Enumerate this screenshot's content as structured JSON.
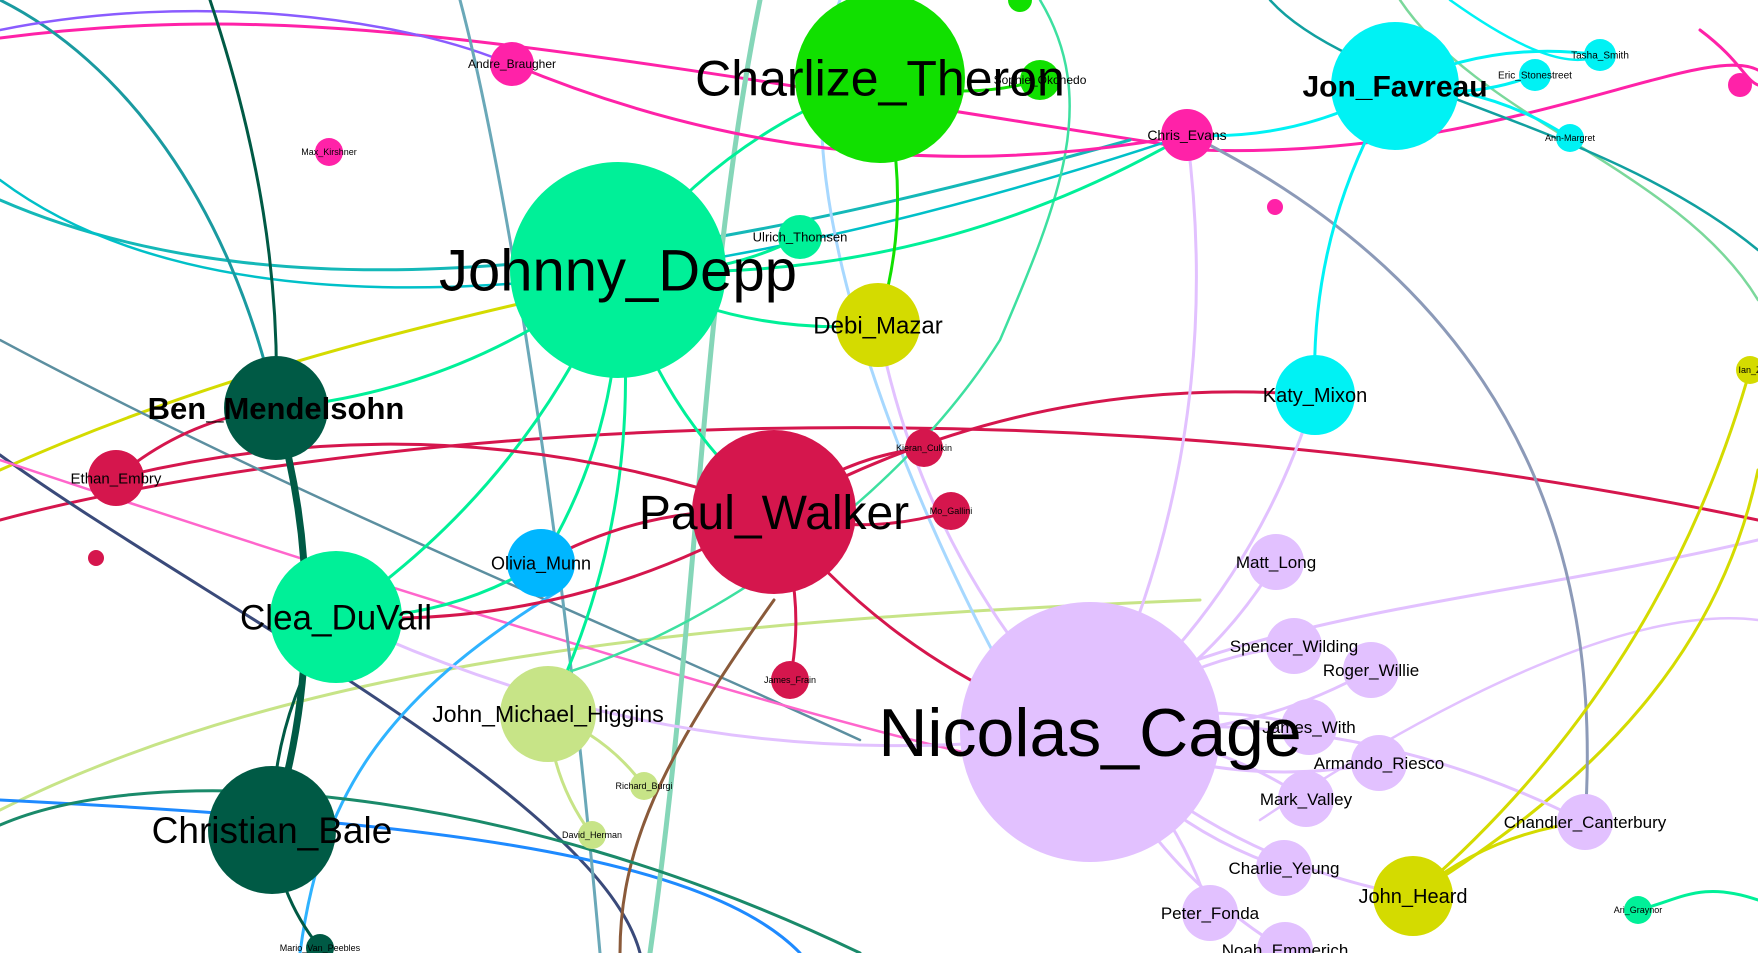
{
  "graph": {
    "nodes": [
      {
        "id": "charlize_theron",
        "label": "Charlize_Theron",
        "color": "#11e000",
        "size": "xl"
      },
      {
        "id": "johnny_depp",
        "label": "Johnny_Depp",
        "color": "#00f098",
        "size": "xl"
      },
      {
        "id": "nicolas_cage",
        "label": "Nicolas_Cage",
        "color": "#e2c1ff",
        "size": "xxl"
      },
      {
        "id": "paul_walker",
        "label": "Paul_Walker",
        "color": "#d5164d",
        "size": "xl"
      },
      {
        "id": "jon_favreau",
        "label": "Jon_Favreau",
        "color": "#00f2f4",
        "size": "l"
      },
      {
        "id": "ben_mendelsohn",
        "label": "Ben_Mendelsohn",
        "color": "#005a45",
        "size": "l"
      },
      {
        "id": "christian_bale",
        "label": "Christian_Bale",
        "color": "#005a45",
        "size": "l"
      },
      {
        "id": "clea_duvall",
        "label": "Clea_DuVall",
        "color": "#00f098",
        "size": "l"
      },
      {
        "id": "katy_mixon",
        "label": "Katy_Mixon",
        "color": "#00f2f4",
        "size": "m"
      },
      {
        "id": "debi_mazar",
        "label": "Debi_Mazar",
        "color": "#d4db00",
        "size": "m"
      },
      {
        "id": "john_michael_higgins",
        "label": "John_Michael_Higgins",
        "color": "#c7e487",
        "size": "m"
      },
      {
        "id": "john_heard",
        "label": "John_Heard",
        "color": "#d4db00",
        "size": "m"
      },
      {
        "id": "olivia_munn",
        "label": "Olivia_Munn",
        "color": "#00b6ff",
        "size": "m"
      },
      {
        "id": "ethan_embry",
        "label": "Ethan_Embry",
        "color": "#d5164d",
        "size": "s"
      },
      {
        "id": "chris_evans",
        "label": "Chris_Evans",
        "color": "#ff22a8",
        "size": "s"
      },
      {
        "id": "andre_braugher",
        "label": "Andre_Braugher",
        "color": "#ff22a8",
        "size": "s"
      },
      {
        "id": "max_kirshner",
        "label": "Max_Kirshner",
        "color": "#ff22a8",
        "size": "xs"
      },
      {
        "id": "ulrich_thomsen",
        "label": "Ulrich_Thomsen",
        "color": "#00f098",
        "size": "s"
      },
      {
        "id": "sophie_okonedo",
        "label": "Sophie_Okonedo",
        "color": "#11e000",
        "size": "s"
      },
      {
        "id": "tasha_smith",
        "label": "Tasha_Smith",
        "color": "#00f2f4",
        "size": "xs"
      },
      {
        "id": "eric_stonestreet",
        "label": "Eric_Stonestreet",
        "color": "#00f2f4",
        "size": "xs"
      },
      {
        "id": "ann_margret",
        "label": "Ann-Margret",
        "color": "#00f2f4",
        "size": "xs"
      },
      {
        "id": "kieran_culkin",
        "label": "Kieran_Culkin",
        "color": "#d5164d",
        "size": "xs"
      },
      {
        "id": "mo_gallini",
        "label": "Mo_Gallini",
        "color": "#d5164d",
        "size": "xs"
      },
      {
        "id": "james_frain",
        "label": "James_Frain",
        "color": "#d5164d",
        "size": "xs"
      },
      {
        "id": "richard_burgi",
        "label": "Richard_Burgi",
        "color": "#c7e487",
        "size": "xs"
      },
      {
        "id": "david_herman",
        "label": "David_Herman",
        "color": "#c7e487",
        "size": "xs"
      },
      {
        "id": "matt_long",
        "label": "Matt_Long",
        "color": "#e2c1ff",
        "size": "s"
      },
      {
        "id": "spencer_wilding",
        "label": "Spencer_Wilding",
        "color": "#e2c1ff",
        "size": "s"
      },
      {
        "id": "roger_willie",
        "label": "Roger_Willie",
        "color": "#e2c1ff",
        "size": "s"
      },
      {
        "id": "james_with",
        "label": "James_With",
        "color": "#e2c1ff",
        "size": "s"
      },
      {
        "id": "armando_riesco",
        "label": "Armando_Riesco",
        "color": "#e2c1ff",
        "size": "s"
      },
      {
        "id": "mark_valley",
        "label": "Mark_Valley",
        "color": "#e2c1ff",
        "size": "s"
      },
      {
        "id": "charlie_yeung",
        "label": "Charlie_Yeung",
        "color": "#e2c1ff",
        "size": "s"
      },
      {
        "id": "peter_fonda",
        "label": "Peter_Fonda",
        "color": "#e2c1ff",
        "size": "s"
      },
      {
        "id": "noah_emmerich",
        "label": "Noah_Emmerich",
        "color": "#e2c1ff",
        "size": "s"
      },
      {
        "id": "chandler_canterbury",
        "label": "Chandler_Canterbury",
        "color": "#e2c1ff",
        "size": "s"
      },
      {
        "id": "ari_graynor",
        "label": "Ari_Graynor",
        "color": "#00f098",
        "size": "xs"
      },
      {
        "id": "ian_z",
        "label": "Ian_Z",
        "color": "#d4db00",
        "size": "xs"
      },
      {
        "id": "mario_van_peebles",
        "label": "Mario_Van_Peebles",
        "color": "#005a45",
        "size": "xs"
      }
    ],
    "edges": [
      [
        "johnny_depp",
        "clea_duvall"
      ],
      [
        "johnny_depp",
        "paul_walker"
      ],
      [
        "johnny_depp",
        "olivia_munn"
      ],
      [
        "johnny_depp",
        "debi_mazar"
      ],
      [
        "johnny_depp",
        "charlize_theron"
      ],
      [
        "johnny_depp",
        "ulrich_thomsen"
      ],
      [
        "johnny_depp",
        "john_michael_higgins"
      ],
      [
        "johnny_depp",
        "chris_evans"
      ],
      [
        "johnny_depp",
        "ben_mendelsohn"
      ],
      [
        "paul_walker",
        "olivia_munn"
      ],
      [
        "paul_walker",
        "kieran_culkin"
      ],
      [
        "paul_walker",
        "mo_gallini"
      ],
      [
        "paul_walker",
        "james_frain"
      ],
      [
        "paul_walker",
        "nicolas_cage"
      ],
      [
        "paul_walker",
        "katy_mixon"
      ],
      [
        "paul_walker",
        "ethan_embry"
      ],
      [
        "paul_walker",
        "clea_duvall"
      ],
      [
        "nicolas_cage",
        "matt_long"
      ],
      [
        "nicolas_cage",
        "spencer_wilding"
      ],
      [
        "nicolas_cage",
        "roger_willie"
      ],
      [
        "nicolas_cage",
        "james_with"
      ],
      [
        "nicolas_cage",
        "armando_riesco"
      ],
      [
        "nicolas_cage",
        "mark_valley"
      ],
      [
        "nicolas_cage",
        "charlie_yeung"
      ],
      [
        "nicolas_cage",
        "peter_fonda"
      ],
      [
        "nicolas_cage",
        "noah_emmerich"
      ],
      [
        "nicolas_cage",
        "chandler_canterbury"
      ],
      [
        "nicolas_cage",
        "john_heard"
      ],
      [
        "nicolas_cage",
        "debi_mazar"
      ],
      [
        "nicolas_cage",
        "katy_mixon"
      ],
      [
        "nicolas_cage",
        "clea_duvall"
      ],
      [
        "nicolas_cage",
        "chris_evans"
      ],
      [
        "ben_mendelsohn",
        "christian_bale"
      ],
      [
        "christian_bale",
        "mario_van_peebles"
      ],
      [
        "christian_bale",
        "clea_duvall"
      ],
      [
        "clea_duvall",
        "olivia_munn"
      ],
      [
        "john_michael_higgins",
        "richard_burgi"
      ],
      [
        "john_michael_higgins",
        "david_herman"
      ],
      [
        "jon_favreau",
        "chris_evans"
      ],
      [
        "jon_favreau",
        "katy_mixon"
      ],
      [
        "jon_favreau",
        "tasha_smith"
      ],
      [
        "jon_favreau",
        "eric_stonestreet"
      ],
      [
        "jon_favreau",
        "ann_margret"
      ],
      [
        "charlize_theron",
        "sophie_okonedo"
      ],
      [
        "charlize_theron",
        "debi_mazar"
      ],
      [
        "andre_braugher",
        "chris_evans"
      ],
      [
        "john_heard",
        "chandler_canterbury"
      ],
      [
        "john_heard",
        "ian_z"
      ],
      [
        "ethan_embry",
        "ben_mendelsohn"
      ]
    ]
  }
}
